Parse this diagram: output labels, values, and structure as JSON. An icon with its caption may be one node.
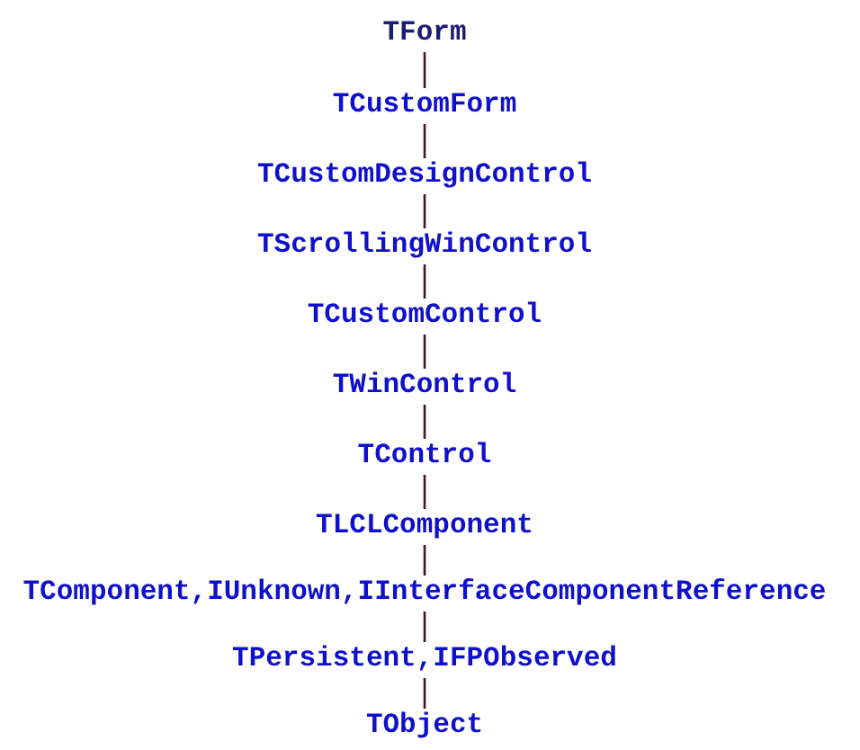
{
  "diagram": {
    "nodes": [
      {
        "text": [
          "TForm"
        ]
      },
      {
        "text": [
          "TCustomForm"
        ]
      },
      {
        "text": [
          "TCustomDesignControl"
        ]
      },
      {
        "text": [
          "TScrollingWinControl"
        ]
      },
      {
        "text": [
          "TCustomControl"
        ]
      },
      {
        "text": [
          "TWinControl"
        ]
      },
      {
        "text": [
          "TControl"
        ]
      },
      {
        "text": [
          "TLCLComponent"
        ]
      },
      {
        "text": [
          "TComponent,IUnknown,IInterfaceComponentReference"
        ]
      },
      {
        "text": [
          "TPersistent,IFPObserved"
        ]
      },
      {
        "text": [
          "TObject"
        ]
      }
    ],
    "edges": [
      {
        "from": 0,
        "to": 1,
        "arrow": "none"
      },
      {
        "from": 1,
        "to": 2,
        "arrow": "none"
      },
      {
        "from": 2,
        "to": 3,
        "arrow": "none"
      },
      {
        "from": 3,
        "to": 4,
        "arrow": "none"
      },
      {
        "from": 4,
        "to": 5,
        "arrow": "none"
      },
      {
        "from": 5,
        "to": 6,
        "arrow": "none"
      },
      {
        "from": 6,
        "to": 7,
        "arrow": "none"
      },
      {
        "from": 7,
        "to": 8,
        "arrow": "none"
      },
      {
        "from": 8,
        "to": 9,
        "arrow": "none"
      },
      {
        "from": 9,
        "to": 10,
        "arrow": "none"
      }
    ]
  }
}
